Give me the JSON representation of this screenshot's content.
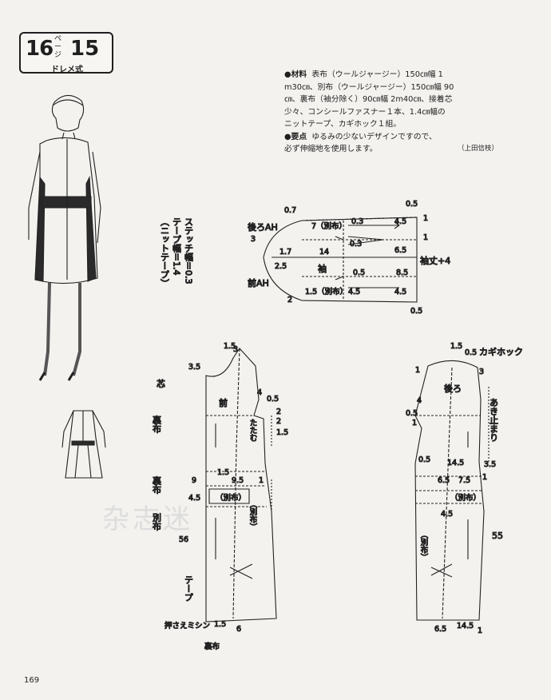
{
  "header": {
    "page_ref": "16",
    "page_ref_kana": "ページ",
    "pattern_no": "15",
    "method": "ドレメ式"
  },
  "materials": {
    "label": "●材料",
    "lines": [
      "表布（ウールジャージー）150㎝幅 1",
      "m30㎝、別布（ウールジャージー）150㎝幅 90",
      "㎝、裏布（袖分除く）90㎝幅 2m40㎝、接着芯",
      "少々、コンシールファスナー１本、1.4㎝幅の",
      "ニットテープ、カギホック１組。"
    ],
    "points_label": "●要点",
    "points_lines": [
      "ゆるみの少ないデザインですので、",
      "必ず伸縮地を使用します。"
    ],
    "credit": "（上田信枝）"
  },
  "stitch_note": {
    "col1": "ステッチ幅＝0.3",
    "col2": "テープ幅＝1.4",
    "col3": "（ニットテープ）"
  },
  "sleeve": {
    "back_ah": "後ろAH",
    "front_ah": "前AH",
    "name": "袖",
    "length_note": "袖丈+4",
    "bessu": "（別布）",
    "nums": [
      "0.7",
      "3",
      "0.3",
      "4.5",
      "0.5",
      "1",
      "7",
      "1.7",
      "14",
      "6.5",
      "0.3",
      "1",
      "2.5",
      "0.5",
      "8.5",
      "1.5",
      "4.5",
      "4.5",
      "2",
      "0.5"
    ]
  },
  "front": {
    "name": "前",
    "tatamu": "たたむ",
    "shin": "芯",
    "ura": "裏布",
    "betsu": "別布",
    "bessu": "（別布）",
    "tape": "テープ",
    "osae": "押さえミシン",
    "ura2": "裏布",
    "nums": [
      "1.5",
      "3",
      "3.5",
      "4",
      "0.5",
      "2",
      "2",
      "1.5",
      "9",
      "1.5",
      "9.5",
      "4.5",
      "56",
      "1.5",
      "6",
      "1"
    ]
  },
  "back": {
    "name": "後ろ",
    "hook": "カギホック",
    "opening": "あき止まり",
    "bessu": "（別布）",
    "nums": [
      "1.5",
      "0.5",
      "1",
      "3",
      "4",
      "0.5",
      "1",
      "0.5",
      "14.5",
      "3.5",
      "6.5",
      "7.5",
      "1",
      "4.5",
      "55",
      "6.5",
      "14.5",
      "1"
    ]
  },
  "watermark": "杂志迷",
  "page_number": "169"
}
